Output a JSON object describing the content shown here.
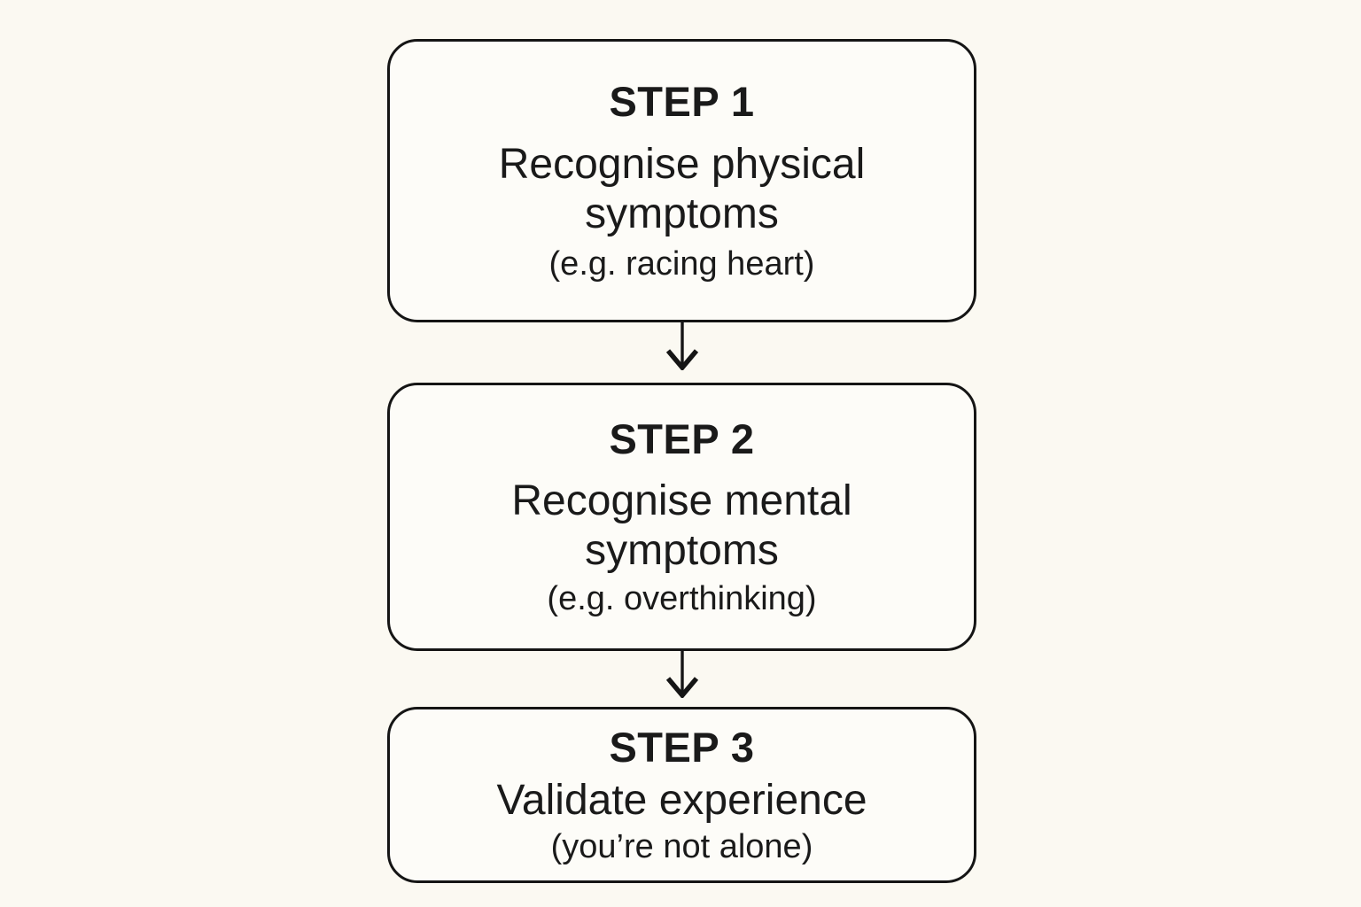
{
  "page": {
    "title": "Recognising anxiety — three step flowchart",
    "background_color": "#fbf9f2",
    "text_color": "#1a1a1a",
    "box_fill_color": "#fdfcf8",
    "box_border_color": "#151515"
  },
  "flow": {
    "direction": "top-to-bottom",
    "connector_icon": "arrow-down-icon",
    "steps": [
      {
        "heading": "STEP 1",
        "title": "Recognise physical symptoms",
        "note": "(e.g. racing heart)"
      },
      {
        "heading": "STEP 2",
        "title": "Recognise mental symptoms",
        "note": "(e.g. overthinking)"
      },
      {
        "heading": "STEP 3",
        "title": "Validate experience",
        "note": "(you’re not alone)"
      }
    ]
  }
}
